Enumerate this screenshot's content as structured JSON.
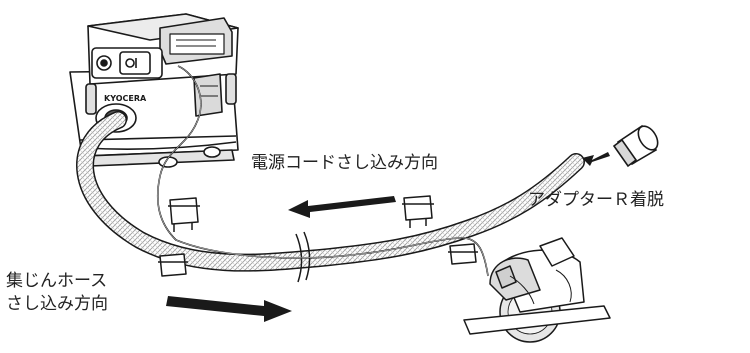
{
  "labels": {
    "cord_direction": "電源コードさし込み方向",
    "adapter": "アダプターＲ着脱",
    "hose_line1": "集じんホース",
    "hose_line2": "さし込み方向"
  },
  "brand_logo": "KYOCERA",
  "colors": {
    "line": "#1a1a1a",
    "fill": "#ffffff",
    "shade": "#dcdcdc",
    "hose_texture": "#bdbdbd",
    "arrow": "#1a1a1a"
  },
  "icons": [
    "vacuum-cleaner-icon",
    "hose-icon",
    "circular-saw-icon",
    "adapter-r-icon",
    "cord-clip-icon",
    "arrow-icon"
  ]
}
